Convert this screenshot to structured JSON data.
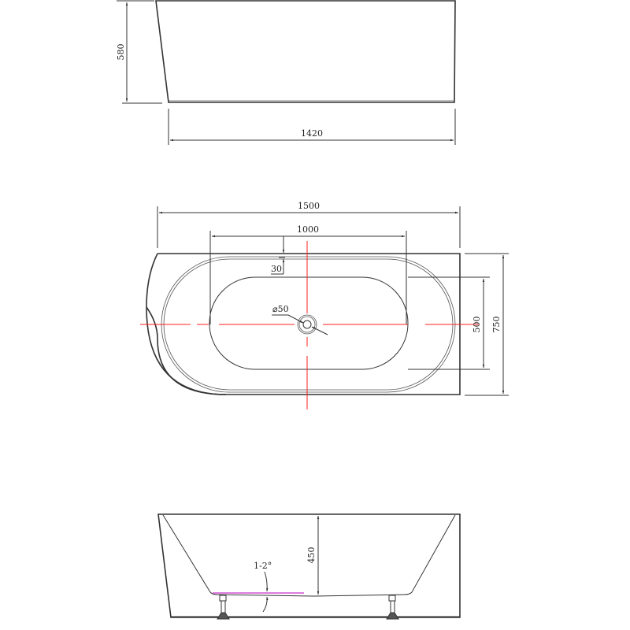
{
  "drawing": {
    "title": "Corner freestanding bathtub dimension drawing",
    "colors": {
      "outline": "#333333",
      "centerline": "#ff1f1f",
      "slope_marker": "#d24fd2",
      "background": "#ffffff"
    },
    "views": {
      "side_view": {
        "height_label": "580",
        "base_length_label": "1420"
      },
      "top_view": {
        "overall_length_label": "1500",
        "inner_length_label": "1000",
        "rim_offset_label": "30",
        "drain_diameter_label": "⌀50",
        "inner_width_label": "500",
        "overall_width_label": "750"
      },
      "section_view": {
        "depth_label": "450",
        "floor_slope_label": "1-2°"
      }
    }
  }
}
